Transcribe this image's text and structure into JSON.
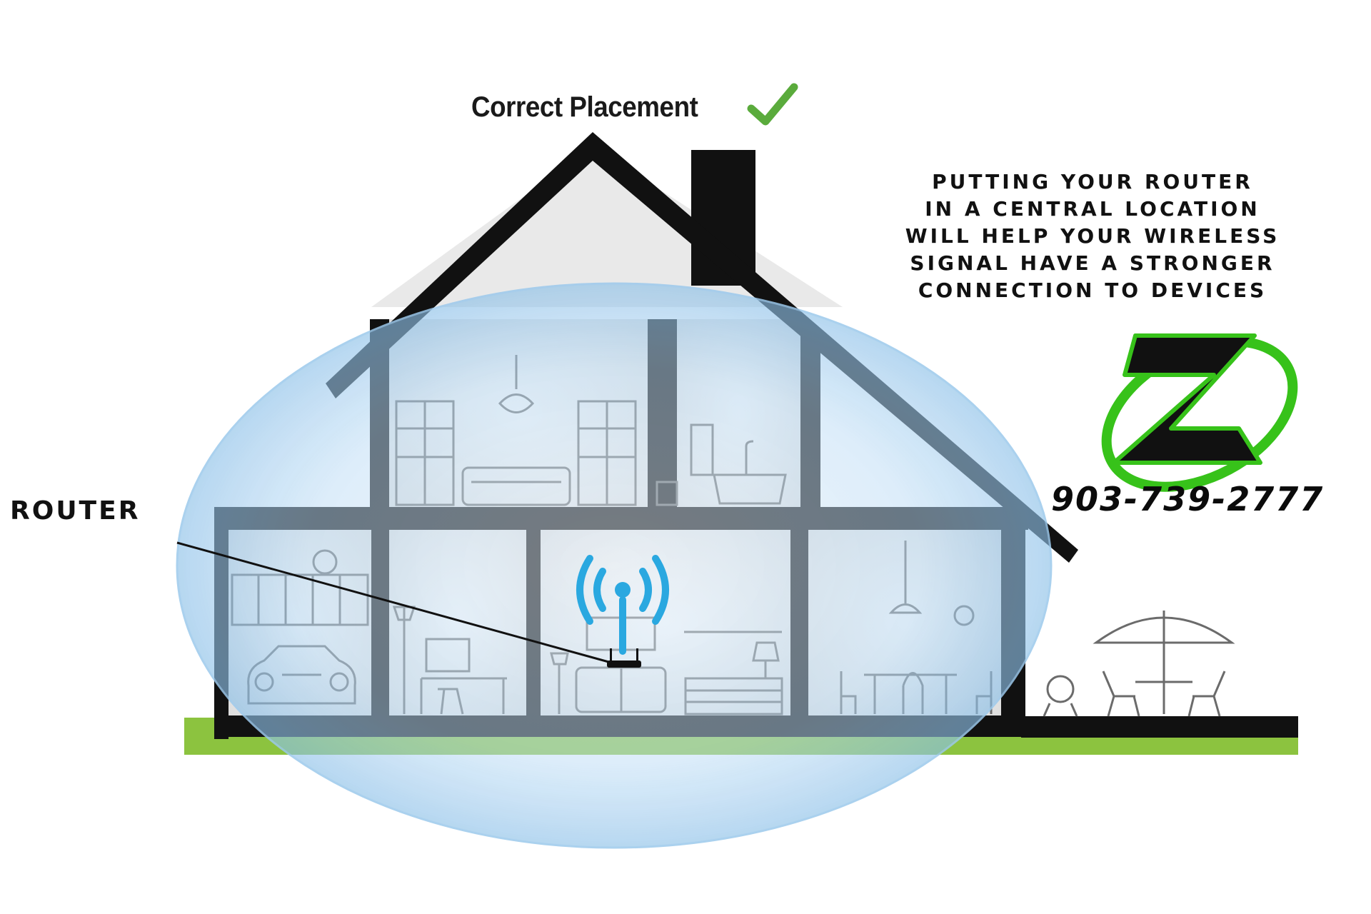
{
  "title": "Correct Placement",
  "tip_lines": [
    "PUTTING YOUR ROUTER",
    "IN A CENTRAL LOCATION",
    "WILL HELP YOUR WIRELESS",
    "SIGNAL HAVE A STRONGER",
    "CONNECTION TO DEVICES"
  ],
  "router_label": "ROUTER",
  "phone": "903-739-2777",
  "logo_letter": "Z",
  "icons": [
    "checkmark-icon",
    "wifi-signal-icon",
    "router-icon",
    "logo-icon"
  ],
  "colors": {
    "house_outline": "#111111",
    "house_interior": "#e9e9e9",
    "coverage": "#9cc9ec",
    "wifi": "#2aa8e0",
    "check": "#5aab3c",
    "ground": "#8cc33f",
    "logo_green": "#37c21a"
  }
}
